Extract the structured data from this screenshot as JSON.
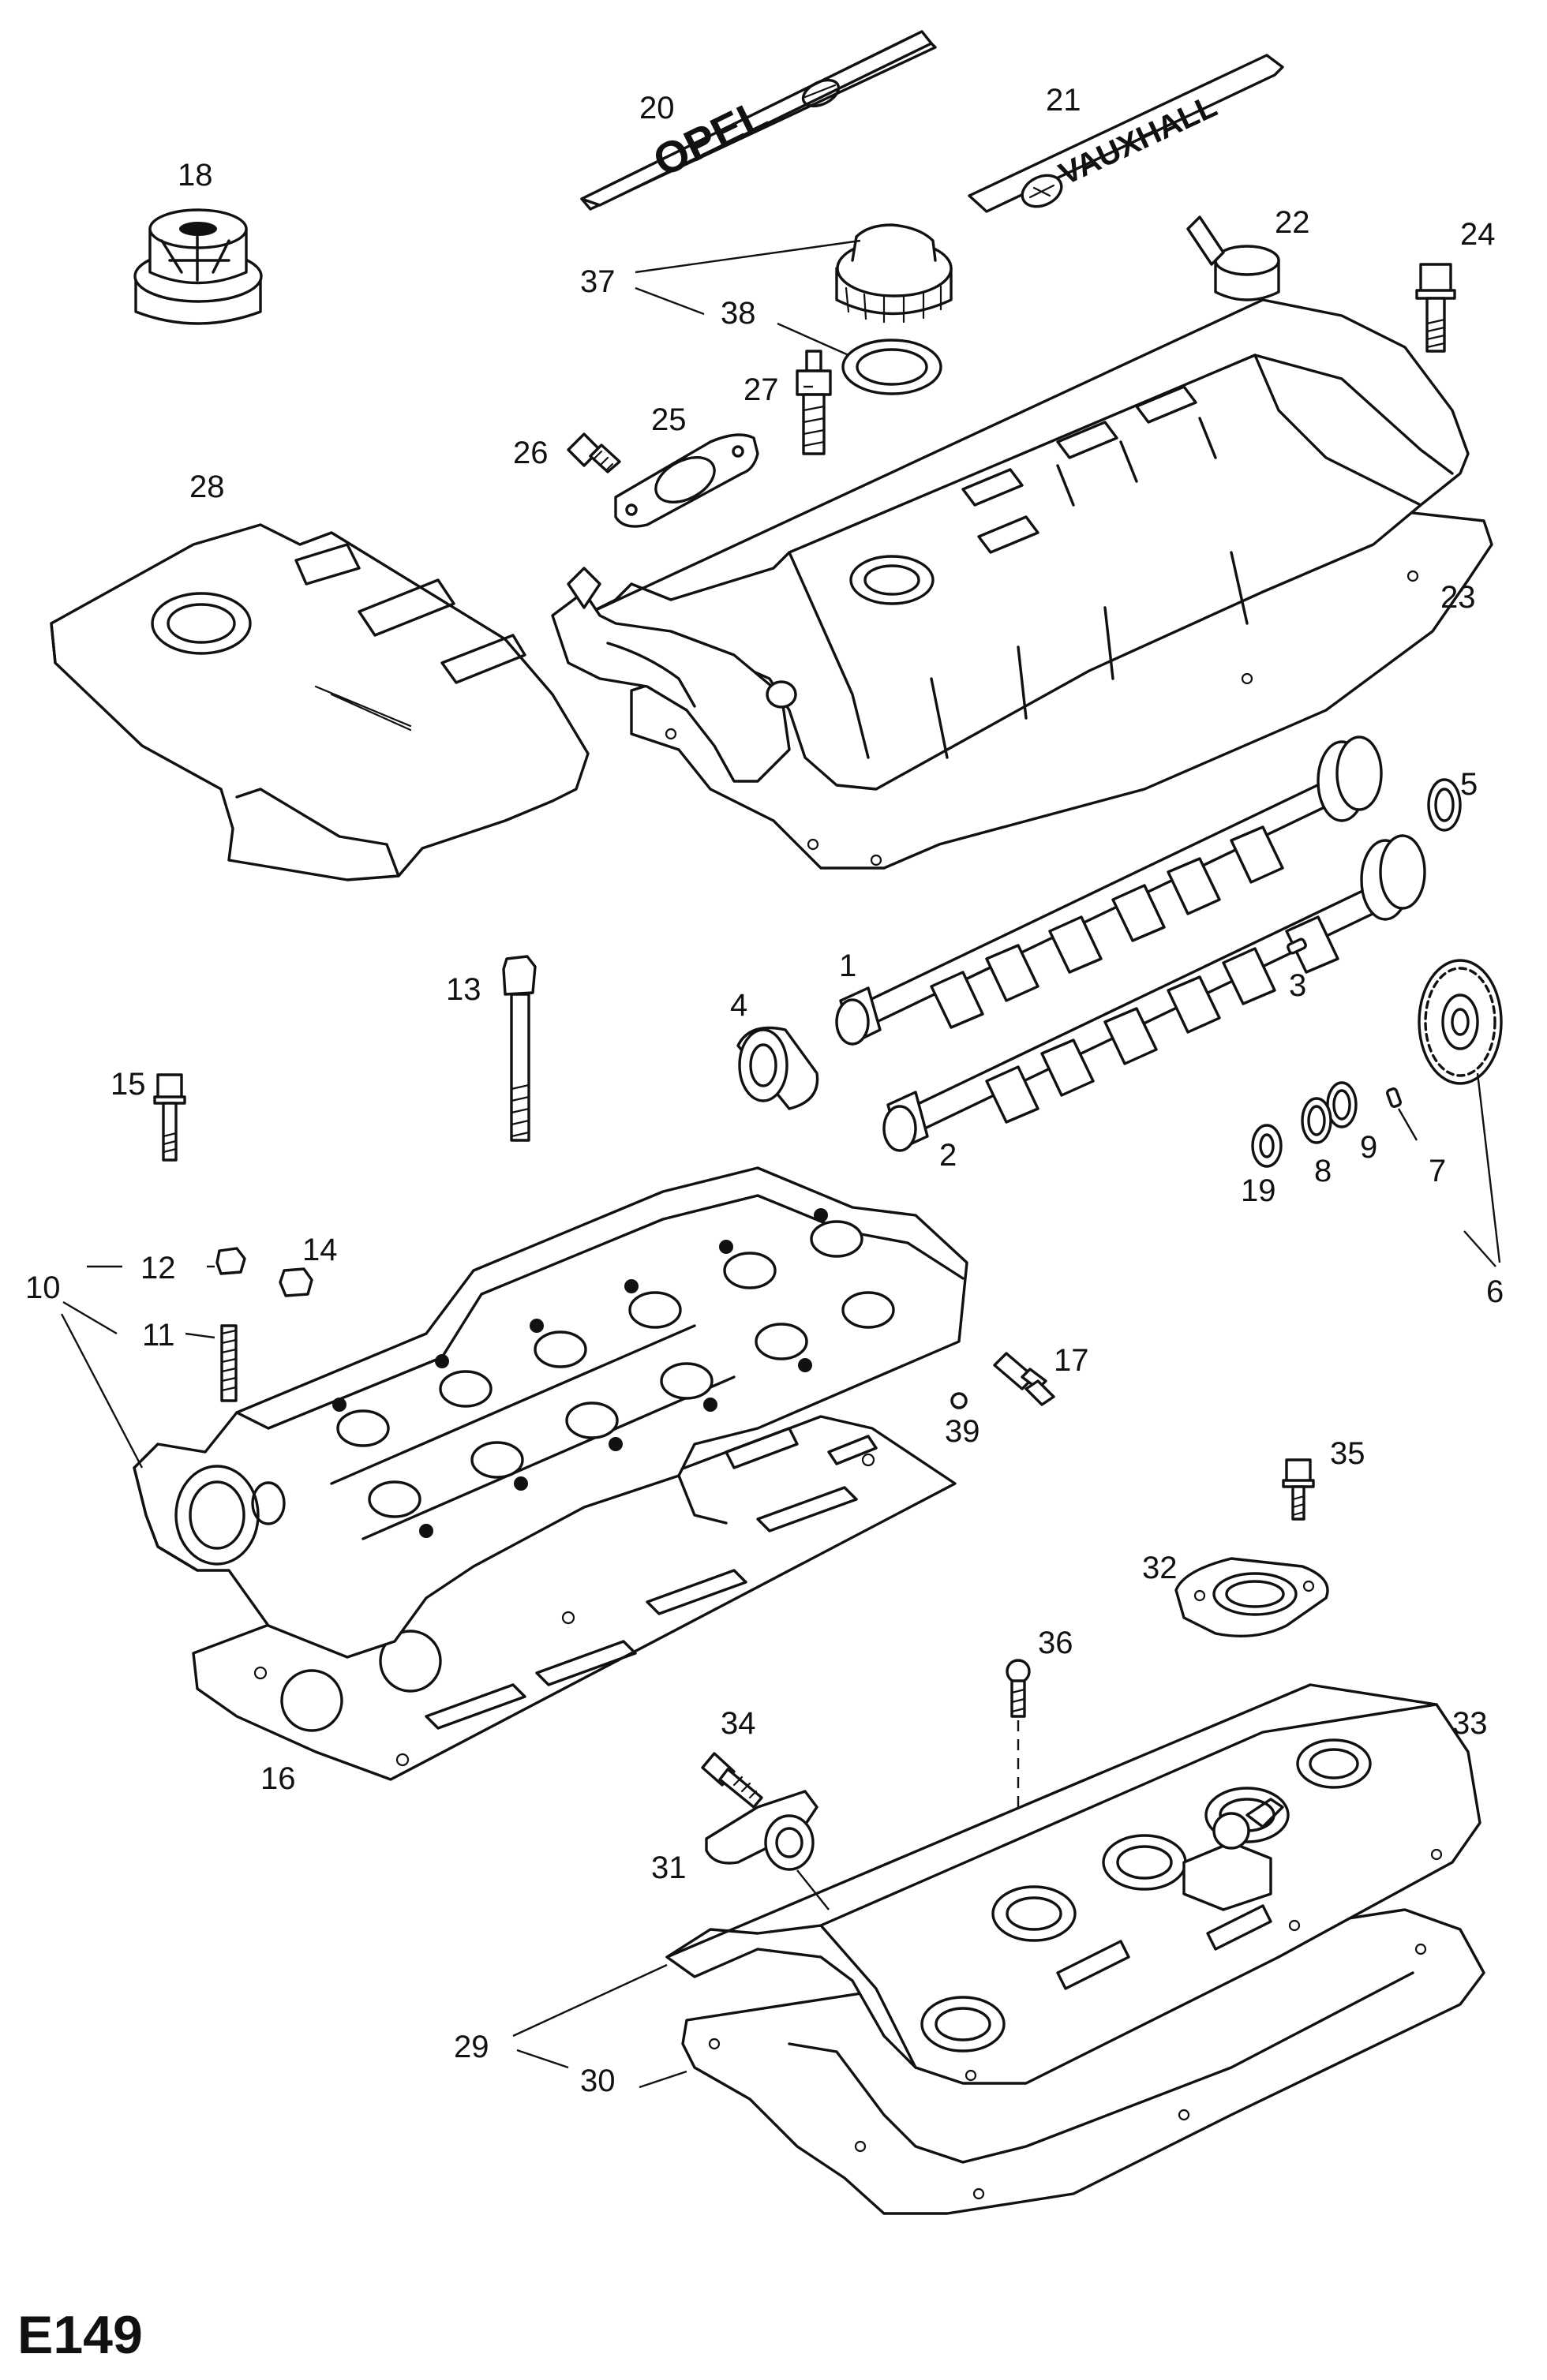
{
  "diagram_code": "E149",
  "plates": {
    "opel": "OPEL",
    "vauxhall": "VAUXHALL"
  },
  "callouts": [
    {
      "id": "c1",
      "label": "1"
    },
    {
      "id": "c2",
      "label": "2"
    },
    {
      "id": "c3",
      "label": "3"
    },
    {
      "id": "c4",
      "label": "4"
    },
    {
      "id": "c5",
      "label": "5"
    },
    {
      "id": "c6",
      "label": "6"
    },
    {
      "id": "c7",
      "label": "7"
    },
    {
      "id": "c8",
      "label": "8"
    },
    {
      "id": "c9",
      "label": "9"
    },
    {
      "id": "c10",
      "label": "10"
    },
    {
      "id": "c11",
      "label": "11"
    },
    {
      "id": "c12",
      "label": "12"
    },
    {
      "id": "c13",
      "label": "13"
    },
    {
      "id": "c14",
      "label": "14"
    },
    {
      "id": "c15",
      "label": "15"
    },
    {
      "id": "c16",
      "label": "16"
    },
    {
      "id": "c17",
      "label": "17"
    },
    {
      "id": "c18",
      "label": "18"
    },
    {
      "id": "c19",
      "label": "19"
    },
    {
      "id": "c20",
      "label": "20"
    },
    {
      "id": "c21",
      "label": "21"
    },
    {
      "id": "c22",
      "label": "22"
    },
    {
      "id": "c23",
      "label": "23"
    },
    {
      "id": "c24",
      "label": "24"
    },
    {
      "id": "c25",
      "label": "25"
    },
    {
      "id": "c26",
      "label": "26"
    },
    {
      "id": "c27",
      "label": "27"
    },
    {
      "id": "c28",
      "label": "28"
    },
    {
      "id": "c29",
      "label": "29"
    },
    {
      "id": "c30",
      "label": "30"
    },
    {
      "id": "c31",
      "label": "31"
    },
    {
      "id": "c32",
      "label": "32"
    },
    {
      "id": "c33",
      "label": "33"
    },
    {
      "id": "c34",
      "label": "34"
    },
    {
      "id": "c35",
      "label": "35"
    },
    {
      "id": "c36",
      "label": "36"
    },
    {
      "id": "c37",
      "label": "37"
    },
    {
      "id": "c38",
      "label": "38"
    },
    {
      "id": "c39",
      "label": "39"
    }
  ]
}
